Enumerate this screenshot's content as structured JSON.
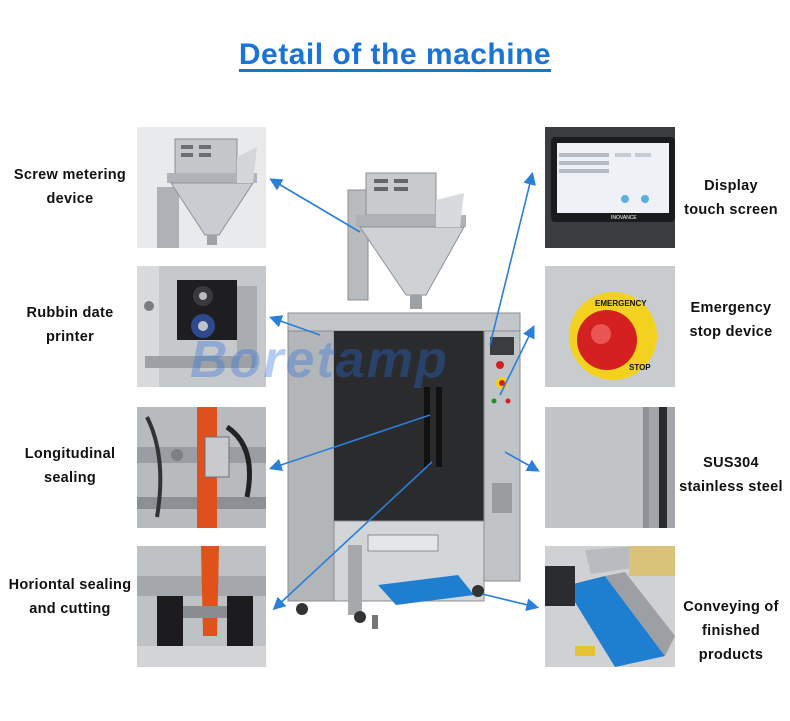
{
  "title": "Detail of the machine",
  "watermark": "Boretamp",
  "left_labels": [
    {
      "line1": "Screw metering",
      "line2": "device"
    },
    {
      "line1": "Rubbin date",
      "line2": "printer"
    },
    {
      "line1": "Longitudinal",
      "line2": "sealing"
    },
    {
      "line1": "Horiontal sealing",
      "line2": "and cutting"
    }
  ],
  "right_labels": [
    {
      "line1": "Display",
      "line2": "touch screen",
      "line3": ""
    },
    {
      "line1": "Emergency",
      "line2": "stop device",
      "line3": ""
    },
    {
      "line1": "SUS304",
      "line2": "stainless steel",
      "line3": ""
    },
    {
      "line1": "Conveying of",
      "line2": "finished",
      "line3": "products"
    }
  ],
  "photo_text": {
    "emergency_top": "EMERGENCY",
    "emergency_bottom": "STOP",
    "screen_brand": "INOVANCE"
  },
  "colors": {
    "title": "#1a73d6",
    "arrow": "#2a7fd8",
    "steel": "#b8bcc0"
  }
}
